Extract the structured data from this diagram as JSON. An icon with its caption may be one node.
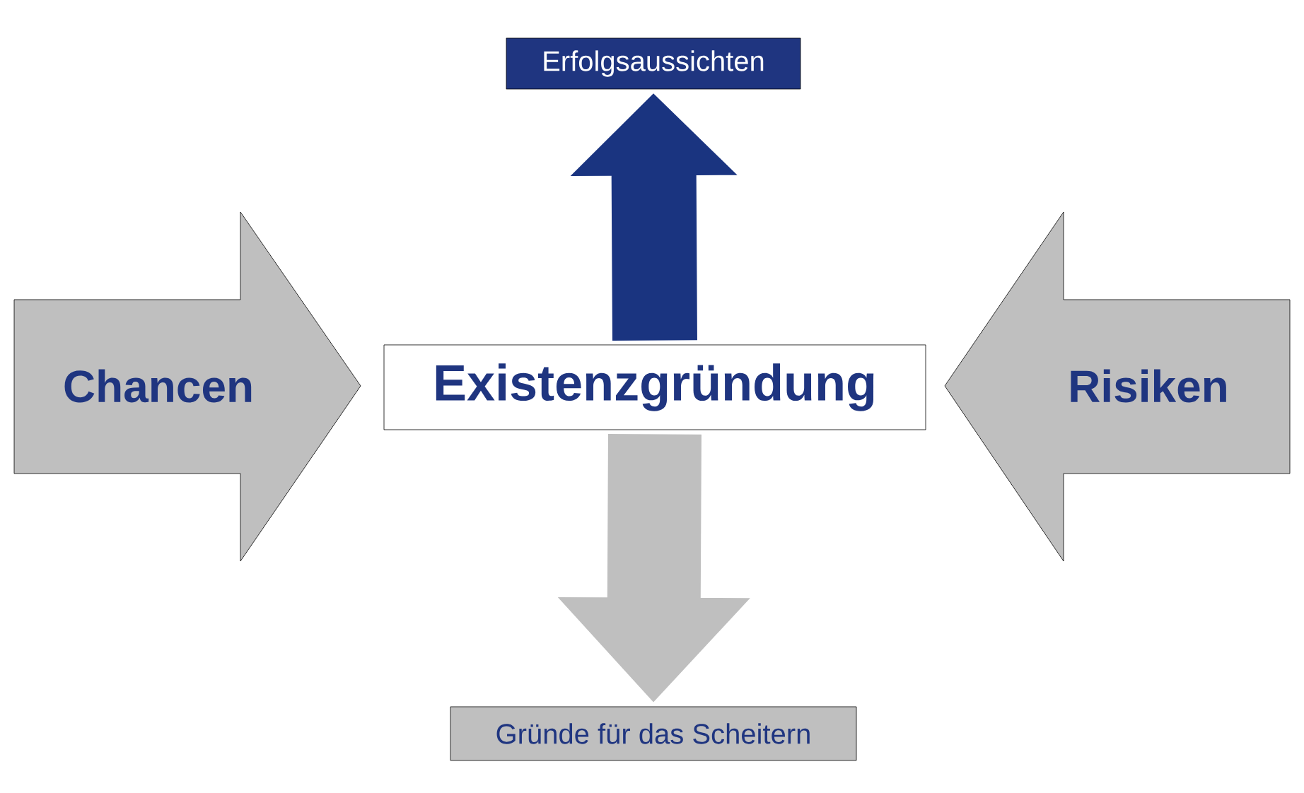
{
  "diagram": {
    "nodes": [
      {
        "text": [
          "Erfolgsaussichten"
        ]
      },
      {
        "text": [
          "Chancen"
        ]
      },
      {
        "text": [
          "Existenzgründung"
        ]
      },
      {
        "text": [
          "Risiken"
        ]
      },
      {
        "text": [
          "Gründe für das Scheitern"
        ]
      }
    ],
    "edges": [
      {
        "from": 2,
        "to": 0,
        "arrow": "to",
        "style": "thick",
        "color": "#1a3480"
      },
      {
        "from": 2,
        "to": 4,
        "arrow": "to",
        "style": "thick",
        "color": "#bfbfbf"
      }
    ]
  }
}
